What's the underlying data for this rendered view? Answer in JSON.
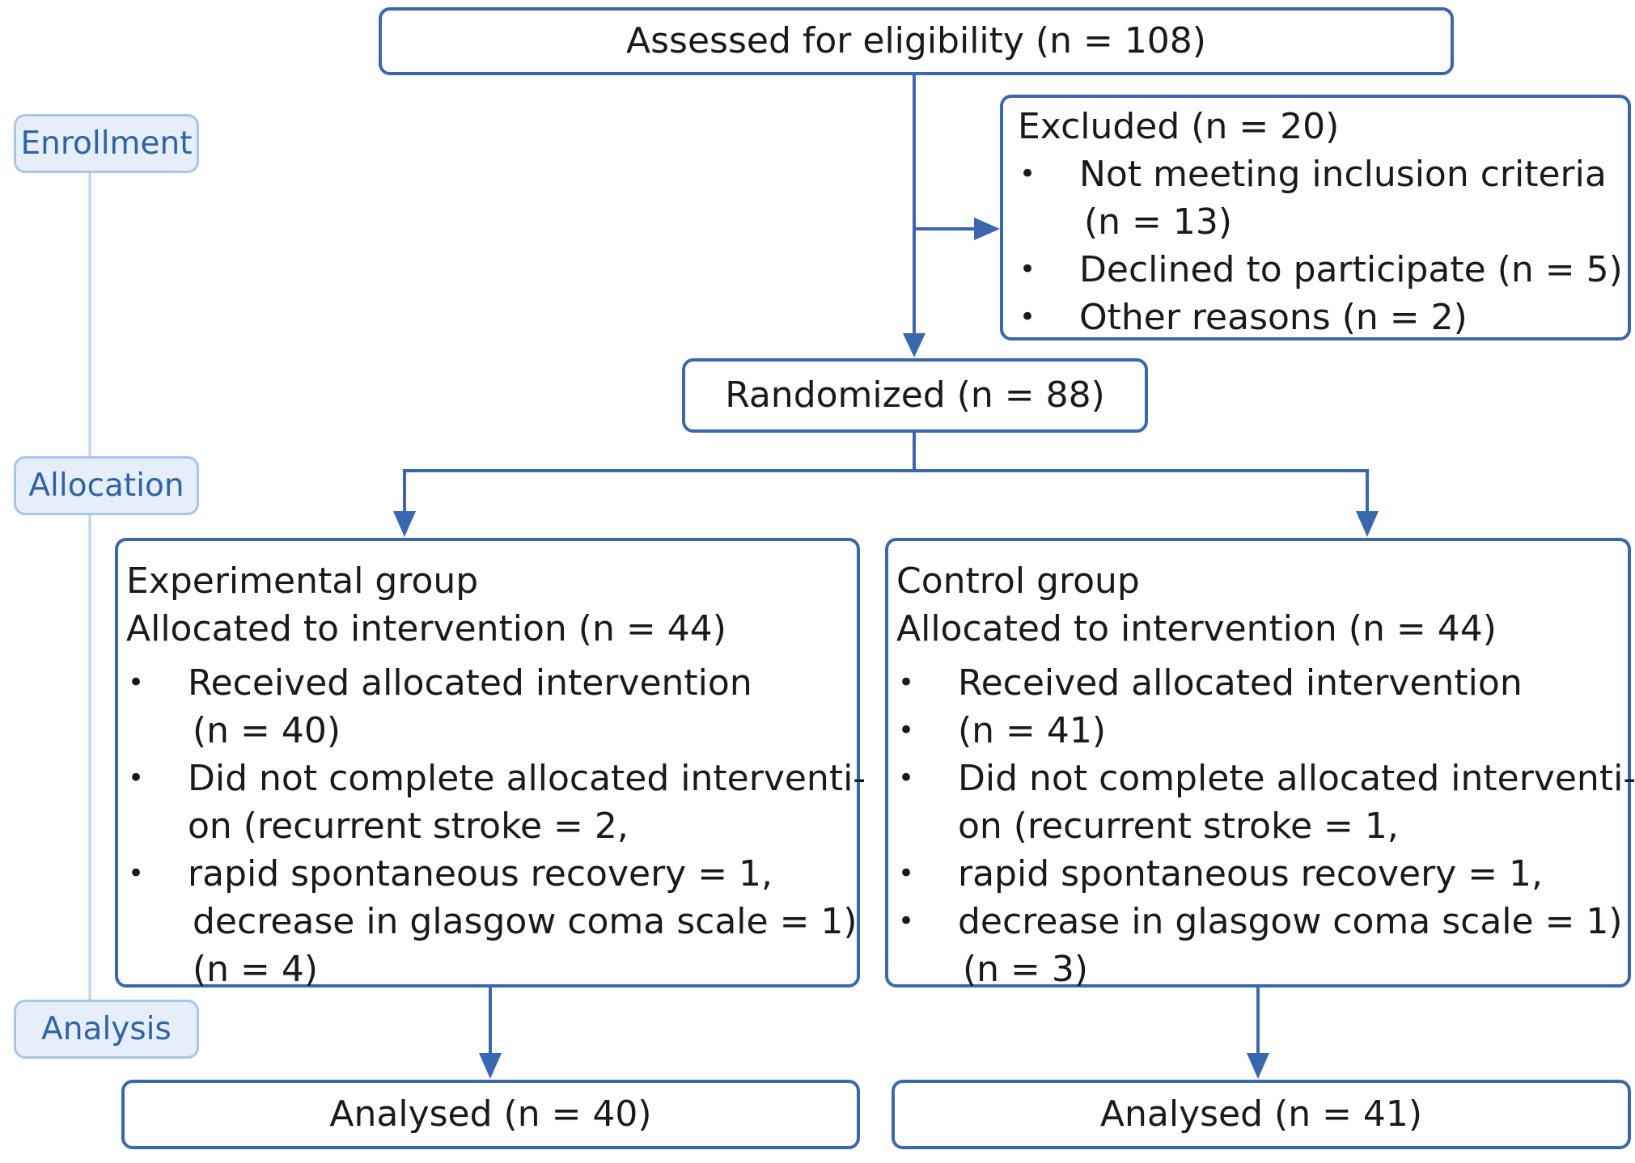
{
  "stages": {
    "enrollment": "Enrollment",
    "allocation": "Allocation",
    "analysis": "Analysis"
  },
  "assessed": "Assessed for eligibility (n = 108)",
  "excluded": {
    "title": "Excluded (n = 20)",
    "items": [
      "Not meeting inclusion criteria",
      "(n = 13)",
      "Declined to participate (n = 5)",
      "Other reasons (n = 2)"
    ]
  },
  "randomized": "Randomized (n = 88)",
  "experimental": {
    "title": "Experimental group",
    "subtitle": "Allocated to intervention (n = 44)",
    "lines": [
      "Received allocated intervention",
      "(n = 40)",
      "Did not complete allocated interventi-",
      "on (recurrent stroke = 2,",
      "rapid spontaneous recovery = 1,",
      "decrease in glasgow coma scale = 1)",
      "(n = 4)"
    ]
  },
  "control": {
    "title": "Control group",
    "subtitle": "Allocated to intervention (n = 44)",
    "lines": [
      "Received allocated intervention",
      "(n = 41)",
      "Did not complete allocated interventi-",
      "on (recurrent stroke = 1,",
      "rapid spontaneous recovery = 1,",
      "decrease in glasgow coma scale = 1)",
      "(n = 3)"
    ]
  },
  "analysed_experimental": "Analysed (n = 40)",
  "analysed_control": "Analysed (n = 41)",
  "colors": {
    "box_border": "#3a67ad",
    "stage_fill": "#e6eff9",
    "stage_border": "#a7c6e8",
    "stage_text": "#2e63a6"
  }
}
